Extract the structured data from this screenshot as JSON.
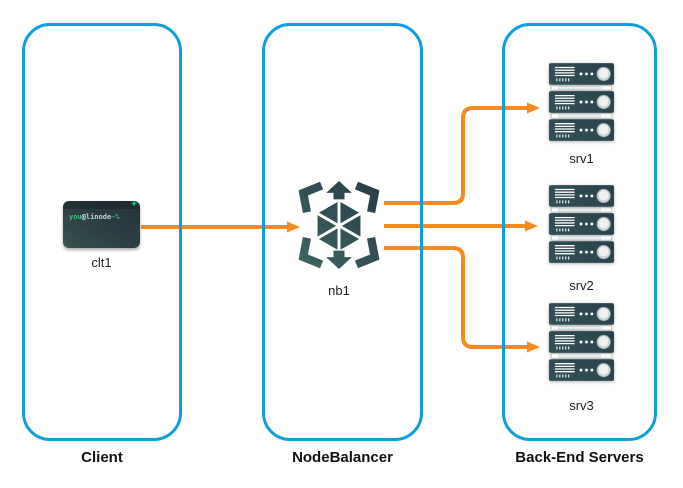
{
  "diagram": {
    "columns": [
      {
        "id": "client",
        "title": "Client",
        "nodes": [
          {
            "id": "clt1",
            "label": "clt1",
            "icon": "terminal-icon"
          }
        ]
      },
      {
        "id": "nodebalancer",
        "title": "NodeBalancer",
        "nodes": [
          {
            "id": "nb1",
            "label": "nb1",
            "icon": "nodebalancer-icon"
          }
        ]
      },
      {
        "id": "backend",
        "title": "Back-End Servers",
        "nodes": [
          {
            "id": "srv1",
            "label": "srv1",
            "icon": "server-stack-icon"
          },
          {
            "id": "srv2",
            "label": "srv2",
            "icon": "server-stack-icon"
          },
          {
            "id": "srv3",
            "label": "srv3",
            "icon": "server-stack-icon"
          }
        ]
      }
    ],
    "connections": [
      {
        "from": "clt1",
        "to": "nb1"
      },
      {
        "from": "nb1",
        "to": "srv1"
      },
      {
        "from": "nb1",
        "to": "srv2"
      },
      {
        "from": "nb1",
        "to": "srv3"
      }
    ]
  },
  "terminal": {
    "user": "you",
    "at": "@",
    "host": "linode",
    "suffix": "~%"
  },
  "icons": {
    "plus": "✚"
  },
  "colors": {
    "box_border_blue": "#0D9EDC",
    "arrow_orange": "#F6891F",
    "icon_teal_dark": "#27404A",
    "icon_teal_light": "#3E6765",
    "terminal_green": "#3DBE82",
    "label_text": "#1f1f1f"
  }
}
